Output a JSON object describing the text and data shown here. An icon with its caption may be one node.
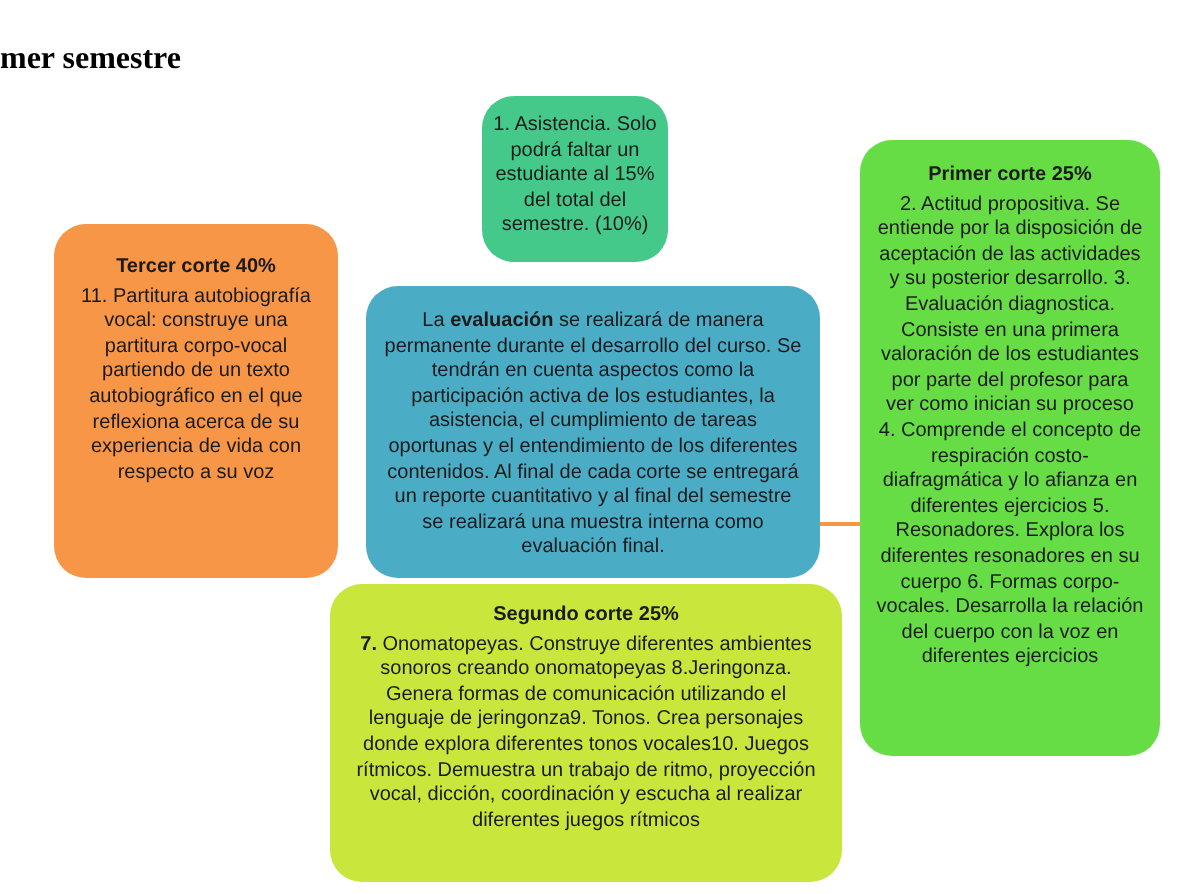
{
  "diagram": {
    "title": "mer semestre",
    "nodes": [
      {
        "text": [
          "1. Asistencia. Solo podrá faltar un estudiante al 15% del total del semestre. (10%)"
        ]
      },
      {
        "text": [
          "**Tercer corte** 40%",
          "11. Partitura autobiografía vocal: construye una partitura corpo-vocal partiendo de un texto autobiográfico en el que reflexiona acerca de su experiencia de vida con respecto a su voz"
        ]
      },
      {
        "text": [
          "La **evaluación** se realizará de manera permanente durante el desarrollo del curso. Se tendrán en cuenta aspectos como la participación activa de los estudiantes, la asistencia, el cumplimiento de tareas oportunas y el entendimiento de los diferentes contenidos. Al final de cada corte se entregará un reporte cuantitativo y al final del semestre se realizará una muestra interna como evaluación final."
        ]
      },
      {
        "text": [
          "Primer corte 25%",
          "2. Actitud propositiva. Se entiende por la disposición de aceptación de las actividades y su posterior desarrollo. 3. Evaluación diagnostica. Consiste en una primera valoración de los estudiantes por parte del profesor para ver como inician su proceso 4. Comprende el concepto de respiración costo-diafragmática y lo afianza en diferentes ejercicios 5. Resonadores. Explora los diferentes resonadores en su cuerpo 6. Formas corpo-vocales. Desarrolla la relación del cuerpo con la voz en diferentes ejercicios"
        ]
      },
      {
        "text": [
          "Segundo corte 25%",
          "**7.** Onomatopeyas. Construye diferentes ambientes sonoros creando onomatopeyas 8.Jeringonza. Genera formas de comunicación utilizando el lenguaje de jeringonza9. Tonos. Crea personajes donde explora diferentes tonos vocales10. Juegos rítmicos. Demuestra un trabajo de ritmo, proyección vocal, dicción, coordinación y escucha al realizar diferentes juegos rítmicos"
        ]
      }
    ],
    "edges": [
      {
        "from": 2,
        "to": 3,
        "arrow": "none",
        "color": "#f79646"
      }
    ]
  }
}
